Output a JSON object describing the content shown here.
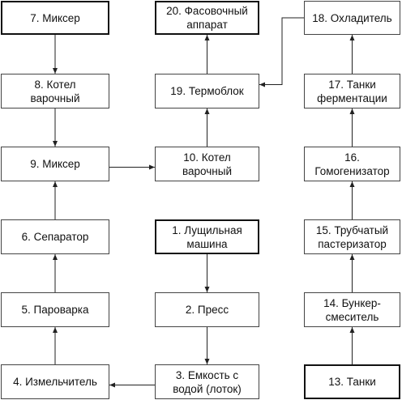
{
  "nodes": {
    "n7": {
      "label": "7. Миксер"
    },
    "n8": {
      "label": "8. Котел\nварочный"
    },
    "n9": {
      "label": "9. Миксер"
    },
    "n6": {
      "label": "6. Сепаратор"
    },
    "n5": {
      "label": "5. Пароварка"
    },
    "n4": {
      "label": "4. Измельчитель"
    },
    "n20": {
      "label": "20. Фасовочный\nаппарат"
    },
    "n19": {
      "label": "19. Термоблок"
    },
    "n10": {
      "label": "10. Котел\nварочный"
    },
    "n1": {
      "label": "1. Лущильная\nмашина"
    },
    "n2": {
      "label": "2. Пресс"
    },
    "n3": {
      "label": "3. Емкость с\nводой (лоток)"
    },
    "n18": {
      "label": "18. Охладитель"
    },
    "n17": {
      "label": "17. Танки\nферментации"
    },
    "n16": {
      "label": "16.\nГомогенизатор"
    },
    "n15": {
      "label": "15. Трубчатый\nпастеризатор"
    },
    "n14": {
      "label": "14. Бункер-\nсмеситель"
    },
    "n13": {
      "label": "13. Танки"
    }
  },
  "edges": [
    [
      "n7",
      "n8"
    ],
    [
      "n8",
      "n9"
    ],
    [
      "n6",
      "n9"
    ],
    [
      "n5",
      "n6"
    ],
    [
      "n4",
      "n5"
    ],
    [
      "n9",
      "n10"
    ],
    [
      "n10",
      "n19"
    ],
    [
      "n19",
      "n20"
    ],
    [
      "n1",
      "n2"
    ],
    [
      "n2",
      "n3"
    ],
    [
      "n3",
      "n4"
    ],
    [
      "n13",
      "n14"
    ],
    [
      "n14",
      "n15"
    ],
    [
      "n15",
      "n16"
    ],
    [
      "n16",
      "n17"
    ],
    [
      "n17",
      "n18"
    ],
    [
      "n18",
      "n19"
    ]
  ]
}
